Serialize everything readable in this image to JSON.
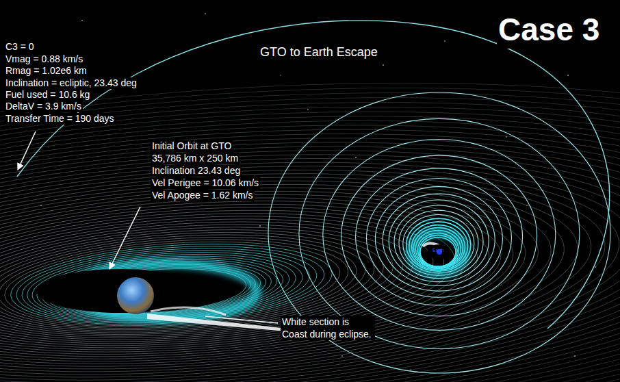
{
  "diagram": {
    "title": "GTO to Earth Escape",
    "labels": [
      "C3 = 0",
      "Vmag = 0.88 km/s",
      "Rmag = 1.02e6 km",
      "Inclination = ecliptic, 23.43 deg",
      "Fuel used = 10.6 kg",
      "DeltaV = 3.9 km/s",
      "Transfer Time = 190 days",
      "Case 3",
      "Initial Orbit at GTO",
      "35,786 km x 250 km",
      "Inclination 23.43 deg",
      "Vel Perigee = 10.06 km/s",
      "Vel Apogee = 1.62 km/s",
      "White section is Coast during eclipse.",
      "Earth"
    ]
  }
}
